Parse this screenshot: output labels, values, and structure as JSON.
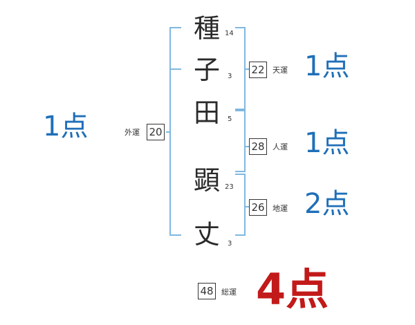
{
  "name": {
    "characters": [
      {
        "char": "種",
        "strokes": "14"
      },
      {
        "char": "子",
        "strokes": "3"
      },
      {
        "char": "田",
        "strokes": "5"
      },
      {
        "char": "顕",
        "strokes": "23"
      },
      {
        "char": "丈",
        "strokes": "3"
      }
    ]
  },
  "fortunes": {
    "gaiun": {
      "label": "外運",
      "value": "20",
      "score": "1点"
    },
    "tenun": {
      "label": "天運",
      "value": "22",
      "score": "1点"
    },
    "jinun": {
      "label": "人運",
      "value": "28",
      "score": "1点"
    },
    "chiun": {
      "label": "地運",
      "value": "26",
      "score": "2点"
    },
    "souun": {
      "label": "総運",
      "value": "48",
      "score": "4点"
    }
  },
  "colors": {
    "bracket": "#7fb8e0",
    "score": "#1f6fb8",
    "total_score": "#c21a1a",
    "text": "#2a2a2a"
  }
}
